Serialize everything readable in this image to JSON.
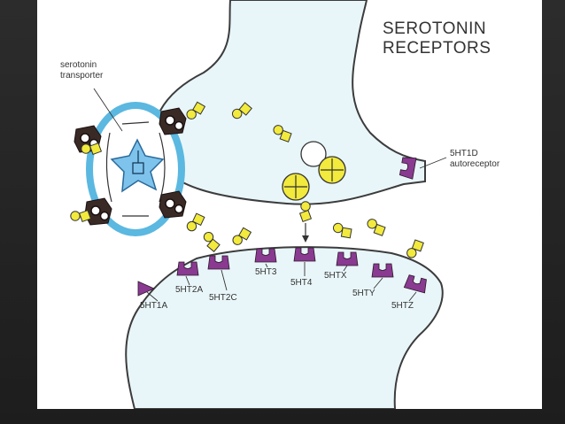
{
  "title": {
    "line1": "SEROTONIN",
    "line2": "RECEPTORS"
  },
  "labels": {
    "transporter_line1": "serotonin",
    "transporter_line2": "transporter",
    "autoreceptor_name": "5HT1D",
    "autoreceptor_text": "autoreceptor"
  },
  "receptors": [
    "5HT1A",
    "5HT2A",
    "5HT2C",
    "5HT3",
    "5HT4",
    "5HTX",
    "5HTY",
    "5HTZ"
  ],
  "colors": {
    "membrane_fill": "#e9f6f9",
    "membrane_stroke": "#3c3c3c",
    "transporter_ring": "#5bb8e0",
    "receptor": "#8a3a91",
    "serotonin": "#f2ea3c",
    "transporter_protein": "#3a2a26",
    "enzyme": "#7ec3ec"
  },
  "icons": {
    "receptor": "receptor-shape",
    "serotonin": "serotonin-molecule",
    "vesicle": "vesicle",
    "enzyme": "mao-star"
  }
}
